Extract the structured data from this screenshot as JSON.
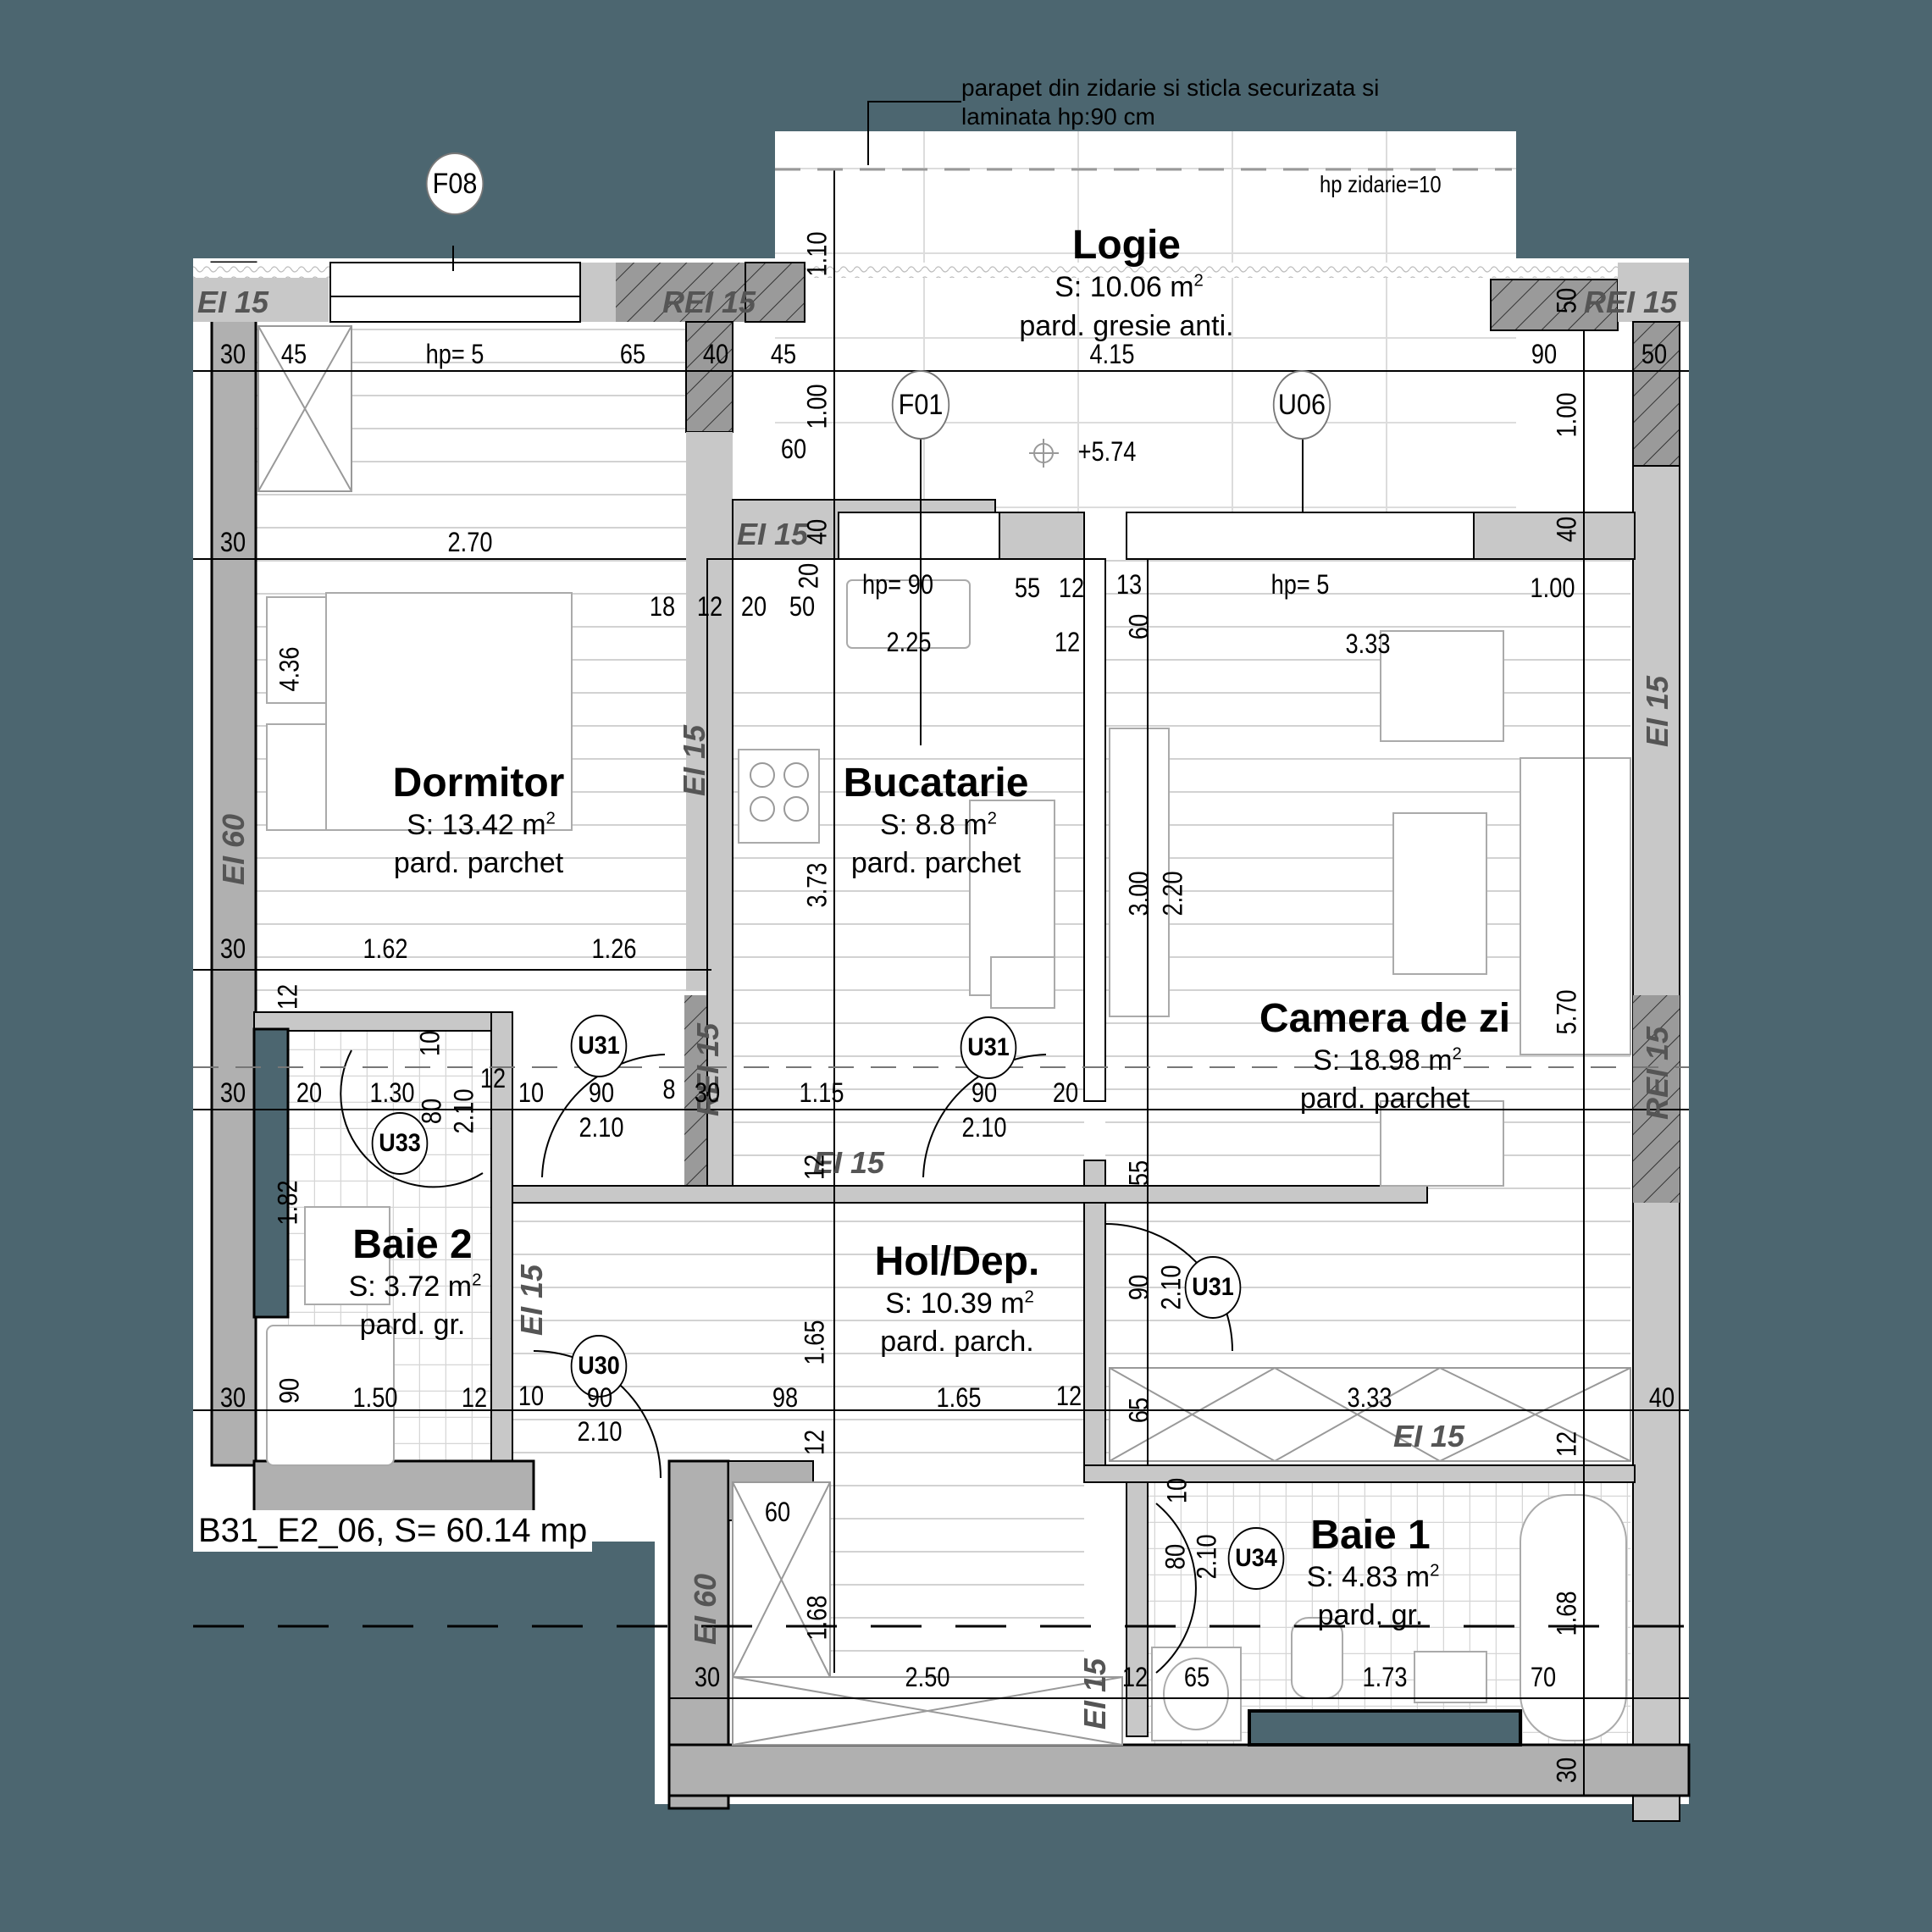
{
  "plan": {
    "unit_label": "B31_E2_06, S= 60.14 mp",
    "callout_note": {
      "line1": "parapet din zidarie si sticla securizata si",
      "line2": "laminata hp:90 cm"
    },
    "logia_parapet_note": "hp zidarie=10",
    "elevation_mark": "+5.74",
    "rooms": [
      {
        "name": "Logie",
        "area": "S: 10.06 m",
        "floor": "pard. gresie anti."
      },
      {
        "name": "Dormitor",
        "area": "S: 13.42 m",
        "floor": "pard. parchet"
      },
      {
        "name": "Bucatarie",
        "area": "S: 8.8 m",
        "floor": "pard. parchet"
      },
      {
        "name": "Camera de zi",
        "area": "S: 18.98 m",
        "floor": "pard. parchet"
      },
      {
        "name": "Baie 2",
        "area": "S: 3.72 m",
        "floor": "pard. gr."
      },
      {
        "name": "Hol/Dep.",
        "area": "S: 10.39 m",
        "floor": "pard. parch."
      },
      {
        "name": "Baie 1",
        "area": "S: 4.83 m",
        "floor": "pard. gr."
      }
    ],
    "sup2": "2",
    "openings": [
      "F08",
      "F01",
      "U06",
      "U31",
      "U31",
      "U31",
      "U33",
      "U30",
      "U34"
    ],
    "fire_ratings": [
      "EI 15",
      "REI 15",
      "REI 15",
      "REI 15",
      "EI 15",
      "EI 15",
      "EI 60",
      "EI 15",
      "REI 15",
      "REI 15",
      "EI 15",
      "EI 15",
      "EI 15",
      "EI 60",
      "EI 15",
      "EI 15"
    ],
    "hp_labels": [
      "hp= 5",
      "hp= 90",
      "hp= 5"
    ],
    "dims": {
      "d30a": "30",
      "d45a": "45",
      "d65a": "65",
      "d40a": "40",
      "d45b": "45",
      "d415": "4.15",
      "d90a": "90",
      "d50a": "50",
      "d50b": "50",
      "d110": "1.10",
      "d100a": "1.00",
      "d100b": "1.00",
      "d60a": "60",
      "d30b": "30",
      "d270": "2.70",
      "d40b": "40",
      "d40c": "40",
      "d20a": "20",
      "d18": "18",
      "d12a": "12",
      "d20b": "20",
      "d50c": "50",
      "d225": "2.25",
      "d55": "55",
      "d12b": "12",
      "d13": "13",
      "d12c": "12",
      "d60b": "60",
      "d100c": "1.00",
      "d333a": "3.33",
      "d436": "4.36",
      "d373": "3.73",
      "d300": "3.00",
      "d220": "2.20",
      "d30c": "30",
      "d162": "1.62",
      "d126": "1.26",
      "d12d": "12",
      "d570": "5.70",
      "d30d": "30",
      "d20c": "20",
      "d130": "1.30",
      "d80a": "80",
      "d210a": "2.10",
      "d12e": "12",
      "d10a": "10",
      "d90b": "90",
      "d8": "8",
      "d30e": "30",
      "d115": "1.15",
      "d90c": "90",
      "d20d": "20",
      "d210b": "2.10",
      "d210c": "2.10",
      "d10b": "10",
      "d12f": "12",
      "d55b": "55",
      "d182": "1.82",
      "d90d": "90",
      "d210d": "2.10",
      "d165a": "1.65",
      "d30f": "30",
      "d90e": "90",
      "d150": "1.50",
      "d12g": "12",
      "d10c": "10",
      "d90f": "90",
      "d210e": "2.10",
      "d98": "98",
      "d165b": "1.65",
      "d12h": "12",
      "d65b": "65",
      "d333b": "3.33",
      "d40d": "40",
      "d12i": "12",
      "d12j": "12",
      "d60c": "60",
      "d168a": "1.68",
      "d10d": "10",
      "d80b": "80",
      "d210f": "2.10",
      "d168b": "1.68",
      "d30g": "30",
      "d250": "2.50",
      "d12k": "12",
      "d65c": "65",
      "d173": "1.73",
      "d70": "70",
      "d30h": "30"
    }
  },
  "colors": {
    "background": "#4c6670",
    "wall": "#b0b0b0",
    "wall_light": "#c8c8c8",
    "hatch": "#999999",
    "paper": "#ffffff",
    "fire_text": "#555555"
  }
}
